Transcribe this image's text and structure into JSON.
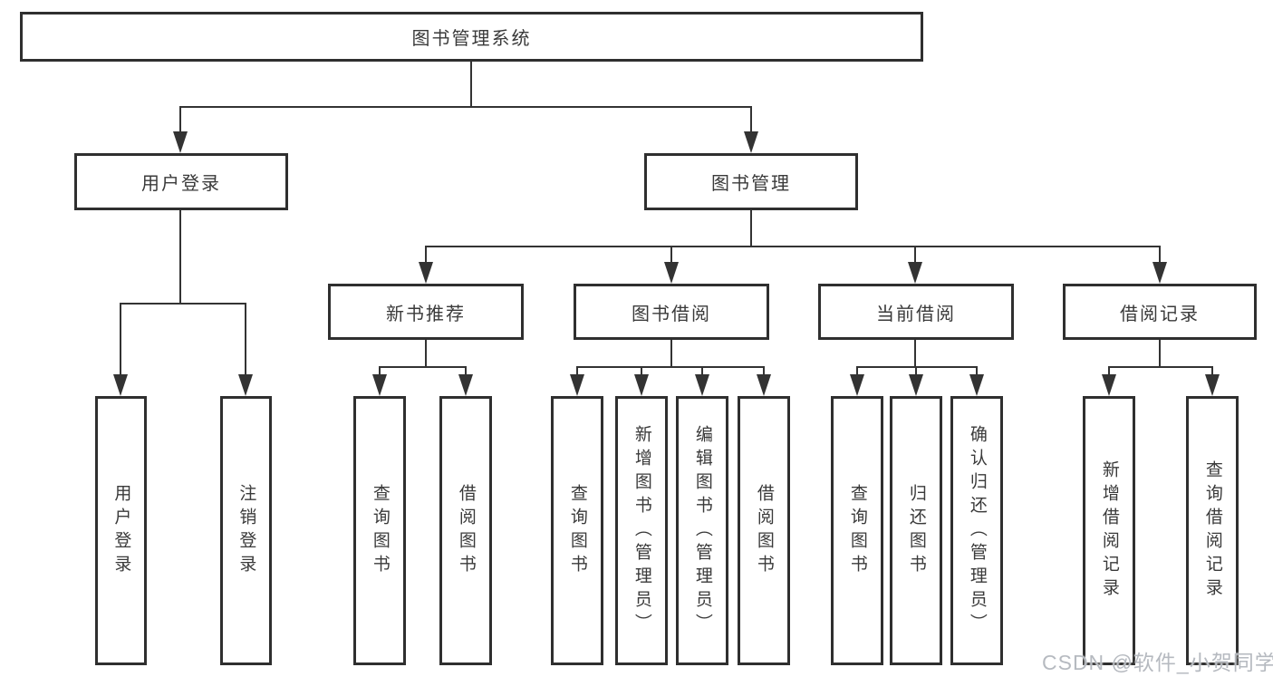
{
  "title": {
    "label": "图书管理系统"
  },
  "branches": {
    "user": {
      "label": "用户登录",
      "leaves": [
        {
          "label": "用户登录"
        },
        {
          "label": "注销登录"
        }
      ]
    },
    "book": {
      "label": "图书管理",
      "groups": [
        {
          "label": "新书推荐",
          "leaves": [
            {
              "label": "查询图书"
            },
            {
              "label": "借阅图书"
            }
          ]
        },
        {
          "label": "图书借阅",
          "leaves": [
            {
              "label": "查询图书"
            },
            {
              "label": "新增图书（管理员）"
            },
            {
              "label": "编辑图书（管理员）"
            },
            {
              "label": "借阅图书"
            }
          ]
        },
        {
          "label": "当前借阅",
          "leaves": [
            {
              "label": "查询图书"
            },
            {
              "label": "归还图书"
            },
            {
              "label": "确认归还（管理员）"
            }
          ]
        },
        {
          "label": "借阅记录",
          "leaves": [
            {
              "label": "新增借阅记录"
            },
            {
              "label": "查询借阅记录"
            }
          ]
        }
      ]
    }
  },
  "watermark": {
    "text": "CSDN @软件_小贺同学"
  },
  "colors": {
    "line": "#333333",
    "border": "#2f2f2f",
    "fill": "#ffffff",
    "text": "#3a3a3a",
    "watermark": "#b6bac0",
    "background": "#ffffff"
  }
}
